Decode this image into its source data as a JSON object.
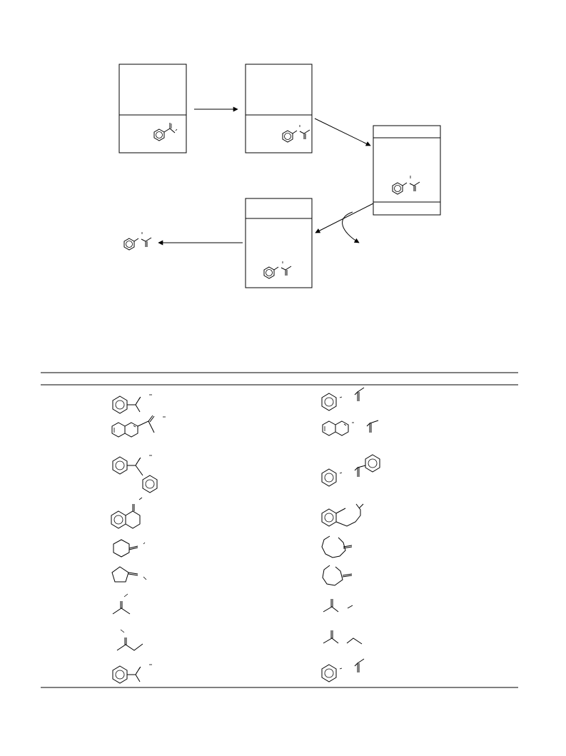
{
  "colors": {
    "organic_phase": "#c0c0c0",
    "aqueous_layer": "#ffffff",
    "solid_layer": "#fbbf15",
    "line": "#000000"
  },
  "scheme": {
    "vessels": [
      {
        "id": "vessel-1",
        "structure": "phenyl-enone"
      },
      {
        "id": "vessel-2",
        "structure": "phenyl-imine"
      },
      {
        "id": "vessel-3",
        "structure": "phenyl-imine",
        "solid_layer": true
      },
      {
        "id": "vessel-4",
        "structure": "phenyl-imine"
      }
    ],
    "product": {
      "structure": "phenyl-imine"
    }
  },
  "table": {
    "rows": [
      {
        "substrate": "styrene-type",
        "product": "phenyl-imine"
      },
      {
        "substrate": "naphthyl-alkene",
        "product": "naphthyl-imine"
      },
      {
        "substrate": "diphenyl-alkene",
        "product": "diphenyl-imine"
      },
      {
        "substrate": "methylene-tetralin",
        "product": "ring-expanded-benzo"
      },
      {
        "substrate": "methylene-cyclohexane",
        "product": "azepane-ketone"
      },
      {
        "substrate": "methylene-cyclopentane",
        "product": "piperidine-ketone"
      },
      {
        "substrate": "isobutene",
        "product": "acetone-imine"
      },
      {
        "substrate": "methyl-butene",
        "product": "butanone-imine"
      },
      {
        "substrate": "styrene-type",
        "product": "phenyl-imine"
      }
    ]
  }
}
